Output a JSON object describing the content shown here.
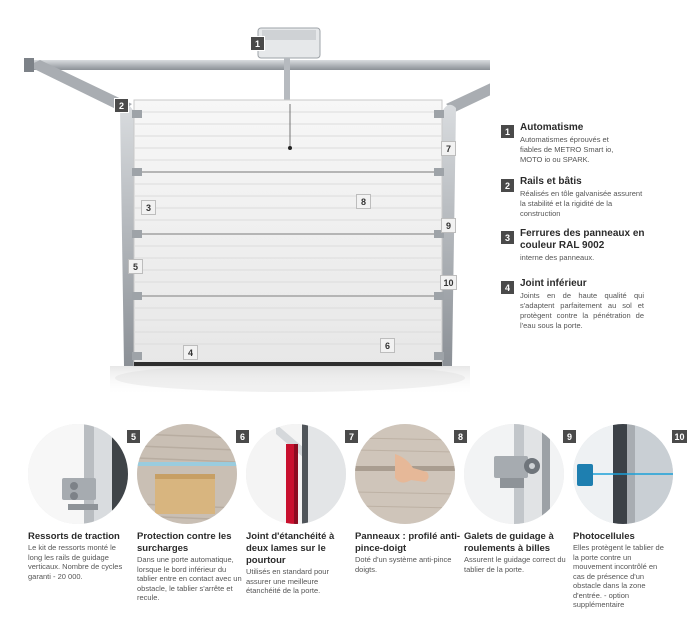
{
  "diagram": {
    "markers": [
      "1",
      "2",
      "3",
      "4",
      "5",
      "6",
      "7",
      "8",
      "9",
      "10"
    ]
  },
  "legend": [
    {
      "number": "1",
      "title": "Automatisme",
      "description": "Automatismes éprouvés et fiables de METRO Smart io, MOTO io ou SPARK."
    },
    {
      "number": "2",
      "title": "Rails et bâtis",
      "description": "Réalisés en tôle galvanisée assurent la stabilité et la rigidité de la construction"
    },
    {
      "number": "3",
      "title": "Ferrures des panneaux en couleur RAL 9002",
      "description": "interne des panneaux."
    },
    {
      "number": "4",
      "title": "Joint inférieur",
      "description": "Joints en de haute qualité qui s'adaptent parfaitement au sol et protègent contre la pénétration de l'eau sous la porte."
    }
  ],
  "details": [
    {
      "number": "5",
      "title": "Ressorts de traction",
      "description": "Le kit de ressorts monté le long les rails de guidage verticaux. Nombre de cycles garanti - 20 000."
    },
    {
      "number": "6",
      "title": "Protection contre les surcharges",
      "description": "Dans une porte automatique, lorsque le bord inférieur du tablier entre en contact avec un obstacle, le tablier s'arrête et recule."
    },
    {
      "number": "7",
      "title": "Joint d'étanchéité à deux lames sur le pourtour",
      "description": "Utilisés en standard pour assurer une meilleure étanchéité de la porte."
    },
    {
      "number": "8",
      "title": "Panneaux : profilé anti-pince-doigt",
      "description": "Doté d'un système anti-pince doigts."
    },
    {
      "number": "9",
      "title": "Galets de guidage à roulements à billes",
      "description": "Assurent le guidage correct du tablier de la porte."
    },
    {
      "number": "10",
      "title": "Photocellules",
      "description": "Elles protègent le tablier de la porte contre un mouvement incontrôlé en cas de présence d'un obstacle dans la zone d'entrée. - option supplémentaire"
    }
  ],
  "colors": {
    "badge": "#4a4a4a",
    "door_panel": "#f1f1f1",
    "frame": "#9aa0a6",
    "gasket_red": "#c8102e",
    "photocell_blue": "#1aa0d8"
  }
}
